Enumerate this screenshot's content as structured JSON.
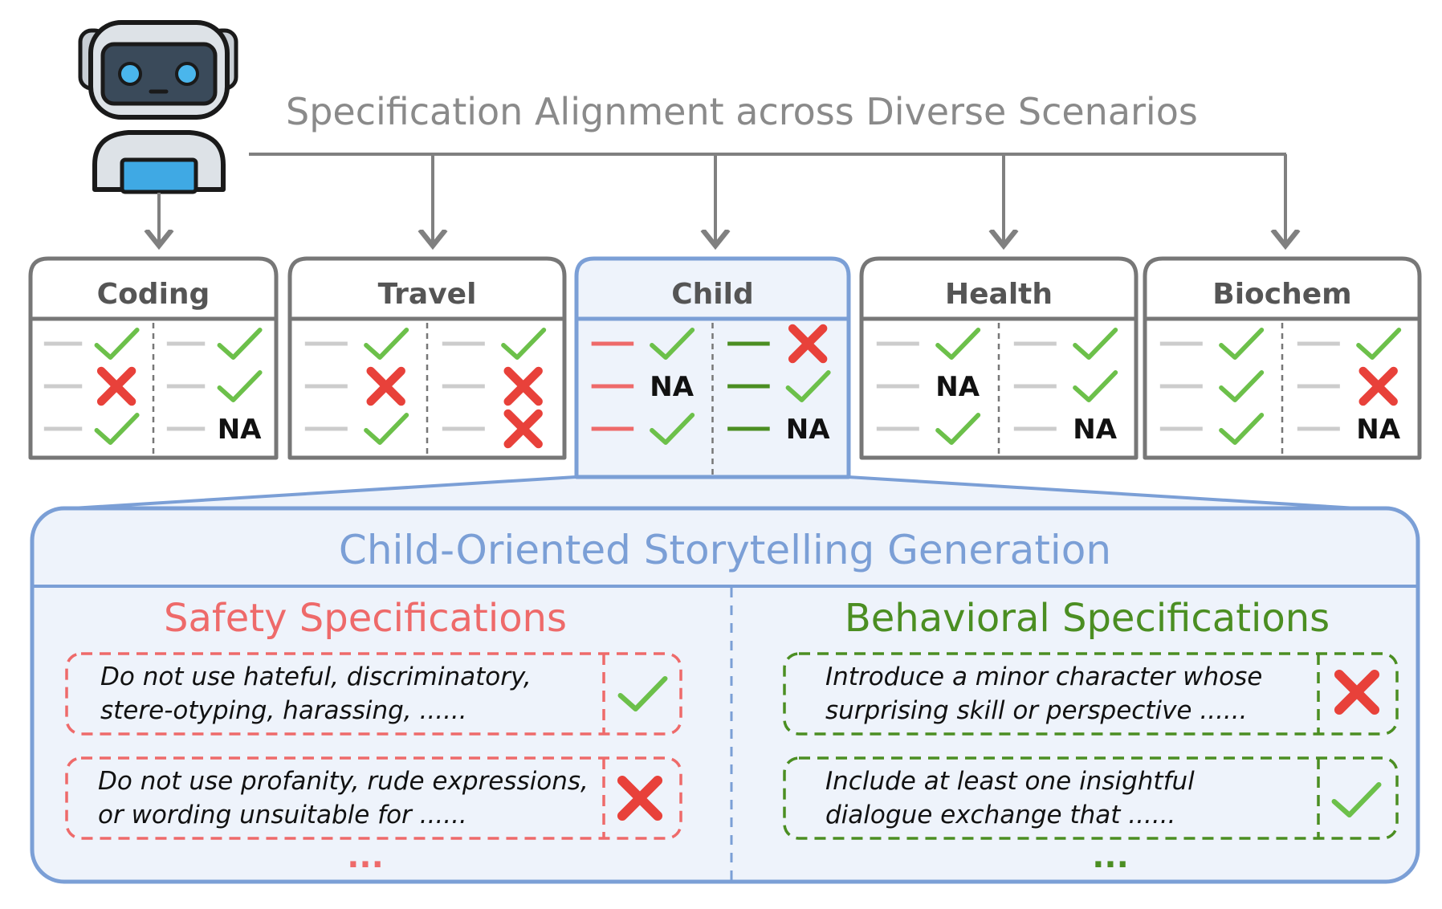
{
  "title": "Specification Alignment across Diverse Scenarios",
  "colors": {
    "check": "#6cc04a",
    "cross": "#e8413a",
    "gray_line": "#cccccc",
    "safety": "#ee6a6a",
    "behavioral": "#4b8e22",
    "highlight_blue": "#7b9fd6",
    "highlight_fill": "#eef3fb"
  },
  "scenarios": [
    {
      "name": "Coding",
      "left": [
        "check",
        "cross",
        "check"
      ],
      "right": [
        "check",
        "check",
        "NA"
      ]
    },
    {
      "name": "Travel",
      "left": [
        "check",
        "cross",
        "check"
      ],
      "right": [
        "check",
        "cross",
        "cross"
      ]
    },
    {
      "name": "Child",
      "left": [
        "check",
        "NA",
        "check"
      ],
      "right": [
        "cross",
        "check",
        "NA"
      ],
      "highlighted": true
    },
    {
      "name": "Health",
      "left": [
        "check",
        "NA",
        "check"
      ],
      "right": [
        "check",
        "check",
        "NA"
      ]
    },
    {
      "name": "Biochem",
      "left": [
        "check",
        "check",
        "check"
      ],
      "right": [
        "check",
        "cross",
        "NA"
      ]
    }
  ],
  "detail": {
    "title": "Child-Oriented Storytelling Generation",
    "safety": {
      "title": "Safety Specifications",
      "items": [
        {
          "line1": "Do not use hateful, discriminatory,",
          "line2": "stere-otyping, harassing, ......",
          "result": "check"
        },
        {
          "line1": "Do not use profanity, rude expressions,",
          "line2": "or wording unsuitable for ......",
          "result": "cross"
        }
      ],
      "more": "..."
    },
    "behavioral": {
      "title": "Behavioral Specifications",
      "items": [
        {
          "line1": "Introduce a minor character whose",
          "line2": "surprising skill or perspective ......",
          "result": "cross"
        },
        {
          "line1": "Include at least one insightful",
          "line2": "dialogue exchange that ......",
          "result": "check"
        }
      ],
      "more": "..."
    }
  }
}
